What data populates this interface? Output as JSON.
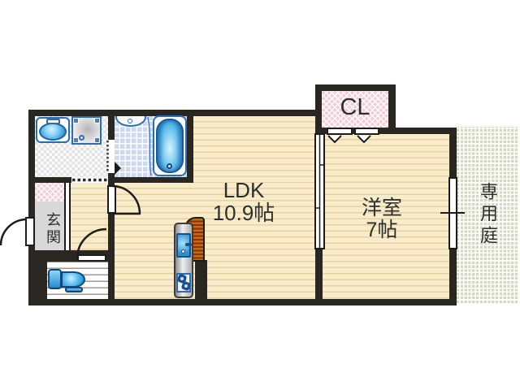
{
  "plan": {
    "type": "floor-plan",
    "rooms": {
      "ldk": {
        "name": "LDK",
        "size": "10.9帖"
      },
      "western_room": {
        "name": "洋室",
        "size": "7帖"
      },
      "closet": {
        "label": "CL"
      },
      "entrance": {
        "label": "玄関"
      },
      "private_garden": {
        "label": "専用庭"
      }
    },
    "fixtures": {
      "washbasin": "washbasin",
      "washing_machine_pan": "washing-machine-pan",
      "bathtub": "bathtub",
      "bath_counter": "bath-counter",
      "toilet": "toilet",
      "kitchen_sink": "kitchen-sink",
      "gas_stove": "gas-stove",
      "kitchen_counter": "kitchen-counter",
      "window": "window",
      "sliding_door": "sliding-door",
      "closet_doors": "bifold-doors"
    },
    "colors": {
      "wall": "#2a2723",
      "floor_tan": "#f8ecca",
      "floor_stripe": "#e7d1a0",
      "bath_tile": "#cdd9f1",
      "garden_green": "#d3d9bd",
      "closet_pink": "#f6cbd4",
      "entrance_gray": "#d8d8d8",
      "fixture_blue": "#2ba0de",
      "fixture_border": "#2a6db5",
      "counter_orange": "#d2660e",
      "outline": "#1c1c1c"
    }
  }
}
